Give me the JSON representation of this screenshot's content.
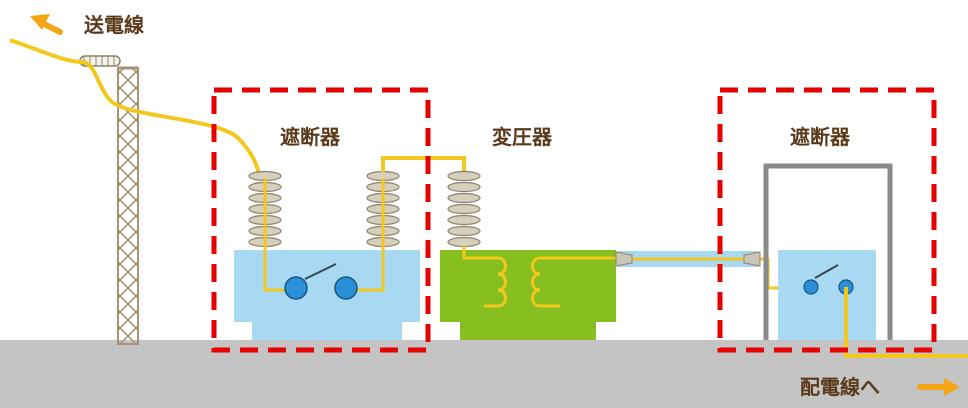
{
  "labels": {
    "transmission_line": "送電線",
    "breaker_left": "遮断器",
    "transformer": "変圧器",
    "breaker_right": "遮断器",
    "distribution_line": "配電線へ"
  },
  "colors": {
    "ground": "#c4c4c4",
    "wire": "#f2c81e",
    "breaker_box": "#a9d9f2",
    "transformer_box": "#86bf1f",
    "switch_contact": "#2a8fd6",
    "highlight_frame": "#e60000",
    "tower": "#bfae92",
    "arrow": "#f3a516",
    "label_text": "#5a3a1a"
  },
  "icons": {
    "tower": "lattice-tower-icon",
    "insulator": "bushing-insulator-icon",
    "switch": "breaker-switch-icon",
    "coil": "transformer-coil-icon",
    "arrow_in": "arrow-up-left-icon",
    "arrow_out": "arrow-right-icon"
  }
}
